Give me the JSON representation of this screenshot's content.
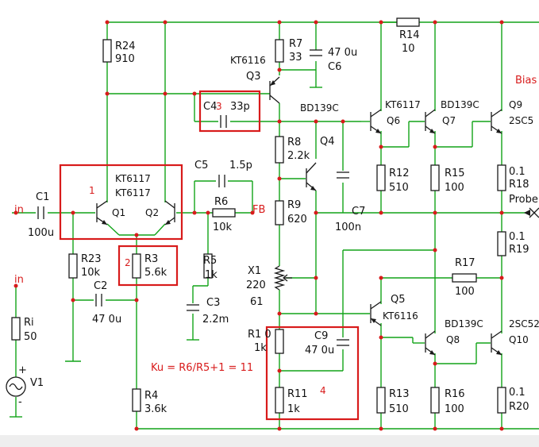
{
  "labels": {
    "R24": "R24",
    "R24v": "910",
    "R7": "R7",
    "R7v": "33",
    "C6": "C6",
    "C6v": "47 0u",
    "R14": "R14",
    "R14v": "10",
    "Bias": "Bias",
    "Q3t": "KT6116",
    "Q3": "Q3",
    "C4": "C4",
    "C4v": "33p",
    "BD1": "BD139C",
    "Q6t": "KT6117",
    "Q6": "Q6",
    "Q7t": "BD139C",
    "Q7": "Q7",
    "Q9": "Q9",
    "Q9t": "2SC5",
    "R8": "R8",
    "R8v": "2.2k",
    "Q4": "Q4",
    "R18v": "0.1",
    "R18": "R18",
    "Probe": "Probe",
    "R12": "R12",
    "R12v": "510",
    "R15": "R15",
    "R15v": "100",
    "C5": "C5",
    "C5v": "1.5p",
    "Q1t": "KT6117",
    "Q2t": "KT6117",
    "Q1": "Q1",
    "Q2": "Q2",
    "R9": "R9",
    "R9v": "620",
    "R6": "R6",
    "R6v": "10k",
    "FB": "FB",
    "C1": "C1",
    "C1v": "100u",
    "in1": "in",
    "in2": "in",
    "C7": "C7",
    "C7v": "100n",
    "R19v": "0.1",
    "R19": "R19",
    "R23": "R23",
    "R23v": "10k",
    "R3": "R3",
    "R3v": "5.6k",
    "R5": "R5",
    "R5v": "1k",
    "R17": "R17",
    "R17v": "100",
    "C2": "C2",
    "C2v": "47 0u",
    "X1": "X1",
    "X1a": "220",
    "X1b": "61",
    "Q5": "Q5",
    "Q5t": "KT6116",
    "C3": "C3",
    "C3v": "2.2m",
    "Q8t": "BD139C",
    "Q8": "Q8",
    "Q10t": "2SC52",
    "Q10": "Q10",
    "Ri": "Ri",
    "Riv": "50",
    "R10": "R1 0",
    "R10v": "1k",
    "C9": "C9",
    "C9v": "47 0u",
    "Ku": "Ku = R6/R5+1 = 11",
    "V1": "V1",
    "R4": "R4",
    "R4v": "3.6k",
    "R11": "R11",
    "R11v": "1k",
    "R13": "R13",
    "R13v": "510",
    "R16": "R16",
    "R16v": "100",
    "R20v": "0.1",
    "R20": "R20",
    "plus": "+",
    "minus": "-"
  },
  "highlights": {
    "box1": "1",
    "box2": "2",
    "box3": "3",
    "box4": "4"
  },
  "colors": {
    "wire": "#12a418",
    "highlight": "#d81b1b",
    "component": "#1a1a1a"
  }
}
